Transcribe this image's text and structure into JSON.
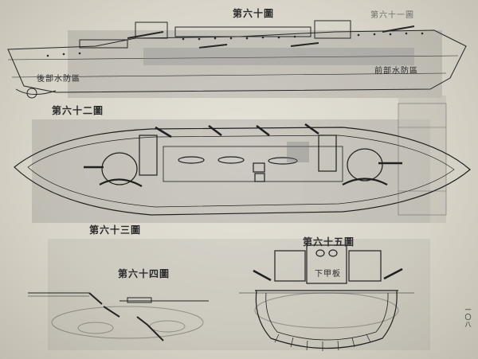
{
  "figures": {
    "fig60": {
      "caption": "第六十圖"
    },
    "fig61": {
      "caption": "第六十一圖"
    },
    "fig62": {
      "caption": "第六十二圖"
    },
    "fig63": {
      "caption": "第六十三圖"
    },
    "fig64": {
      "caption": "第六十四圖"
    },
    "fig65": {
      "caption": "第六十五圖"
    }
  },
  "labels": {
    "aft_compartment": "後部水防區",
    "fore_compartment": "前部水防區",
    "lower_deck": "下甲板"
  },
  "page_number": "一〇八"
}
